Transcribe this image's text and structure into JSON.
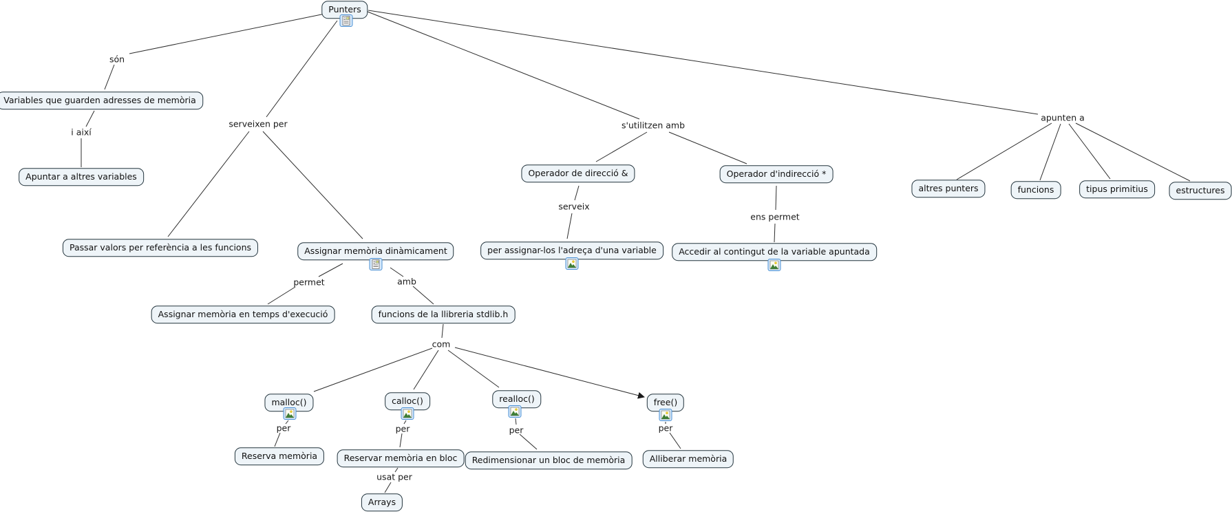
{
  "diagram": {
    "type": "concept-map",
    "topic": "Punters",
    "language": "ca"
  },
  "colors": {
    "node_fill": "#eef4f8",
    "node_border": "#22333c",
    "edge": "#2d2d2d",
    "icon_box_fill": "#d6e9fb",
    "icon_box_border": "#4a8fd3",
    "background": "#ffffff"
  },
  "icons": {
    "resource": "resource-document-icon",
    "image": "image-attachment-icon"
  },
  "nodes": {
    "punters": "Punters",
    "variables_mem": "Variables que guarden adresses de memòria",
    "apuntar": "Apuntar a altres variables",
    "passar_valors": "Passar valors per referència a les funcions",
    "assignar_dinamica": "Assignar memòria dinàmicament",
    "assignar_temps": "Assignar memòria en temps d'execució",
    "funcions_stdlib": "funcions de la llibreria stdlib.h",
    "malloc": "malloc()",
    "calloc": "calloc()",
    "realloc": "realloc()",
    "free": "free()",
    "reserva_memoria": "Reserva memòria",
    "reservar_bloc": "Reservar memòria en bloc",
    "redimensionar": "Redimensionar un bloc de memòria",
    "alliberar": "Alliberar memòria",
    "arrays": "Arrays",
    "op_direccio": "Operador de direcció &",
    "op_indireccio": "Operador d'indirecció *",
    "per_assignar": "per assignar-los l'adreça d'una variable",
    "accedir": "Accedir al contingut de la variable apuntada",
    "altres_punters": "altres punters",
    "funcions": "funcions",
    "tipus_primitius": "tipus primitius",
    "estructures": "estructures"
  },
  "links": {
    "son": "són",
    "i_aixi": "i així",
    "serveixen_per": "serveixen per",
    "permet": "permet",
    "amb": "amb",
    "com": "com",
    "per_malloc": "per",
    "per_calloc": "per",
    "per_realloc": "per",
    "per_free": "per",
    "usat_per": "usat per",
    "serveix": "serveix",
    "ens_permet": "ens permet",
    "s_utilitzen_amb": "s'utilitzen amb",
    "apunten_a": "apunten a"
  }
}
